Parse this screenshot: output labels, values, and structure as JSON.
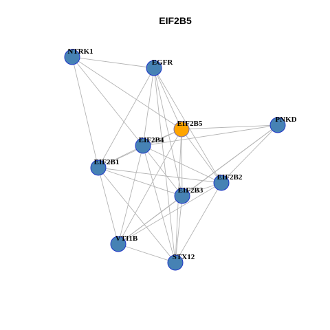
{
  "title": "EIF2B5",
  "colors": {
    "node_default": "#4682b4",
    "node_focus": "#ffa500",
    "node_border_default": "#1f35c8",
    "node_border_focus": "#7a6fb0",
    "edge": "#b3b3b3"
  },
  "nodes": [
    {
      "id": "NTRK1",
      "label": "NTRK1",
      "focus": false
    },
    {
      "id": "EGFR",
      "label": "EGFR",
      "focus": false
    },
    {
      "id": "EIF2B5",
      "label": "EIF2B5",
      "focus": true
    },
    {
      "id": "PNKD",
      "label": "PNKD",
      "focus": false
    },
    {
      "id": "EIF2B4",
      "label": "EIF2B4",
      "focus": false
    },
    {
      "id": "EIF2B1",
      "label": "EIF2B1",
      "focus": false
    },
    {
      "id": "EIF2B2",
      "label": "EIF2B2",
      "focus": false
    },
    {
      "id": "EIF2B3",
      "label": "EIF2B3",
      "focus": false
    },
    {
      "id": "VTI1B",
      "label": "VTI1B",
      "focus": false
    },
    {
      "id": "STX12",
      "label": "STX12",
      "focus": false
    }
  ],
  "edges": [
    [
      "NTRK1",
      "EGFR"
    ],
    [
      "NTRK1",
      "EIF2B5"
    ],
    [
      "NTRK1",
      "EIF2B4"
    ],
    [
      "NTRK1",
      "EIF2B1"
    ],
    [
      "EGFR",
      "EIF2B5"
    ],
    [
      "EGFR",
      "EIF2B4"
    ],
    [
      "EGFR",
      "EIF2B1"
    ],
    [
      "EGFR",
      "EIF2B2"
    ],
    [
      "EGFR",
      "EIF2B3"
    ],
    [
      "EGFR",
      "STX12"
    ],
    [
      "EIF2B5",
      "PNKD"
    ],
    [
      "EIF2B5",
      "EIF2B4"
    ],
    [
      "EIF2B5",
      "EIF2B1"
    ],
    [
      "EIF2B5",
      "EIF2B2"
    ],
    [
      "EIF2B5",
      "EIF2B3"
    ],
    [
      "EIF2B5",
      "VTI1B"
    ],
    [
      "EIF2B5",
      "STX12"
    ],
    [
      "PNKD",
      "EIF2B4"
    ],
    [
      "PNKD",
      "EIF2B2"
    ],
    [
      "PNKD",
      "EIF2B3"
    ],
    [
      "PNKD",
      "VTI1B"
    ],
    [
      "EIF2B4",
      "EIF2B1"
    ],
    [
      "EIF2B4",
      "EIF2B2"
    ],
    [
      "EIF2B4",
      "EIF2B3"
    ],
    [
      "EIF2B4",
      "VTI1B"
    ],
    [
      "EIF2B4",
      "STX12"
    ],
    [
      "EIF2B1",
      "EIF2B2"
    ],
    [
      "EIF2B1",
      "EIF2B3"
    ],
    [
      "EIF2B1",
      "VTI1B"
    ],
    [
      "EIF2B1",
      "STX12"
    ],
    [
      "EIF2B2",
      "EIF2B3"
    ],
    [
      "EIF2B2",
      "VTI1B"
    ],
    [
      "EIF2B2",
      "STX12"
    ],
    [
      "EIF2B3",
      "VTI1B"
    ],
    [
      "EIF2B3",
      "STX12"
    ],
    [
      "VTI1B",
      "STX12"
    ]
  ]
}
